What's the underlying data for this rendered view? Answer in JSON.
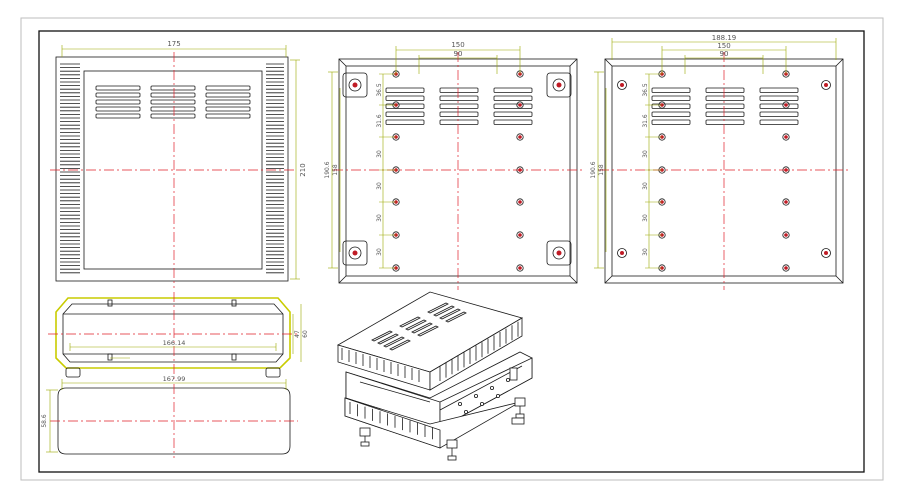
{
  "drawing": {
    "front_view": {
      "width_label": "175",
      "height_label": "210"
    },
    "top_view": {
      "width_outer": "150",
      "width_inner": "90",
      "height_outer": "190.6",
      "height_inner": "158",
      "pitch_top_a": "36.5",
      "pitch_top_b": "31.6",
      "pitch": "30"
    },
    "right_view": {
      "width_total": "188.19",
      "width_outer": "150",
      "width_inner": "90",
      "height_outer": "190.6",
      "height_inner": "158",
      "pitch_top_a": "36.5",
      "pitch_top_b": "31.6",
      "pitch": "30"
    },
    "side_view": {
      "width_label": "166.14",
      "h1": "47",
      "h2": "60"
    },
    "bottom_view": {
      "width_label": "167.99",
      "height_label": "58.6"
    }
  },
  "colors": {
    "line": "#1a1a1a",
    "center": "#e0202a",
    "dim": "#9aa800",
    "hole": "#c01b25",
    "frame": "#111111"
  }
}
